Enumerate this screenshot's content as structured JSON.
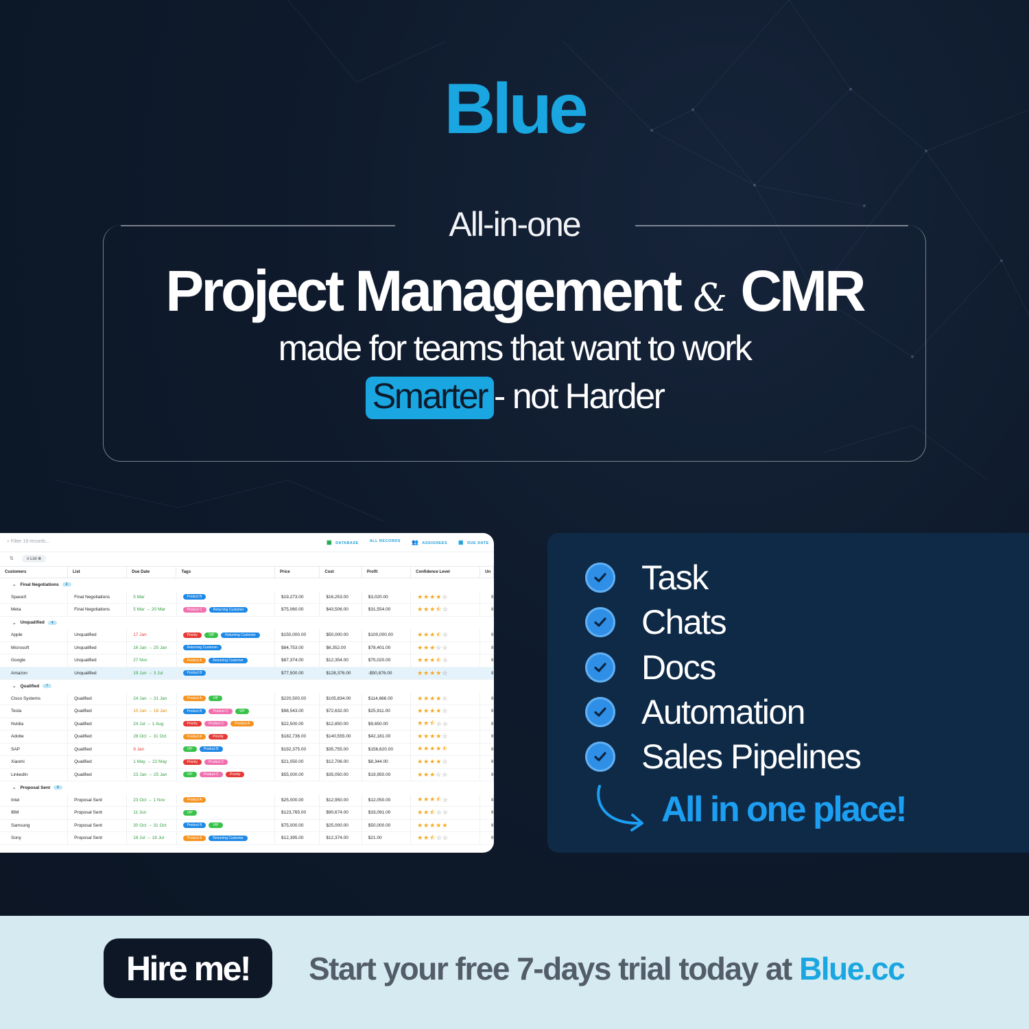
{
  "brand": {
    "logo": "Blue",
    "accent": "#1aa6e0"
  },
  "hero": {
    "kicker": "All-in-one",
    "headline_a": "Project Management",
    "headline_amp": "&",
    "headline_b": "CMR",
    "line1": "made for teams that want to work",
    "highlight": "Smarter",
    "line2_rest": "- not Harder"
  },
  "sheet": {
    "filter_placeholder": "Filter 19 records...",
    "toolbar": [
      "DATABASE",
      "ALL RECORDS",
      "ASSIGNEES",
      "DUE DATE"
    ],
    "list_chip": "List",
    "columns": [
      "Customers",
      "List",
      "Due Date",
      "Tags",
      "Price",
      "Cost",
      "Profit",
      "Confidence Level",
      "Un"
    ],
    "groups": [
      {
        "name": "Final Negotiations",
        "count": "2",
        "rows": [
          {
            "customer": "SpaceX",
            "list": "Final Negotiations",
            "due": "5 Mar",
            "due_color": "green",
            "tags": [
              "Product B"
            ],
            "price": "$19,273.00",
            "cost": "$16,253.00",
            "profit": "$3,020.00",
            "stars": 4,
            "half": false,
            "id": "ID-"
          },
          {
            "customer": "Meta",
            "list": "Final Negotiations",
            "due": "5 Mar → 20 Mar",
            "due_color": "green",
            "tags": [
              "Product C",
              "Returning Customer"
            ],
            "price": "$75,060.00",
            "cost": "$43,506.00",
            "profit": "$31,554.00",
            "stars": 3,
            "half": true,
            "id": "ID-"
          }
        ]
      },
      {
        "name": "Unqualified",
        "count": "4",
        "rows": [
          {
            "customer": "Apple",
            "list": "Unqualified",
            "due": "17 Jan",
            "due_color": "red",
            "tags": [
              "Priority",
              "VIP",
              "Returning Customer"
            ],
            "price": "$150,000.00",
            "cost": "$50,000.00",
            "profit": "$100,000.00",
            "stars": 3,
            "half": true,
            "id": "ID-"
          },
          {
            "customer": "Microsoft",
            "list": "Unqualified",
            "due": "16 Jan → 25 Jan",
            "due_color": "green",
            "tags": [
              "Returning Customer"
            ],
            "price": "$84,753.00",
            "cost": "$6,352.00",
            "profit": "$78,401.00",
            "stars": 3,
            "half": false,
            "id": "ID-"
          },
          {
            "customer": "Google",
            "list": "Unqualified",
            "due": "27 Nov",
            "due_color": "green",
            "tags": [
              "Product A",
              "Returning Customer"
            ],
            "price": "$87,374.00",
            "cost": "$12,354.00",
            "profit": "$75,020.00",
            "stars": 3,
            "half": true,
            "id": "ID-"
          },
          {
            "customer": "Amazon",
            "list": "Unqualified",
            "due": "19 Jun → 3 Jul",
            "due_color": "green",
            "tags": [
              "Product B"
            ],
            "price": "$77,500.00",
            "cost": "$128,376.00",
            "profit": "-$50,876.00",
            "stars": 4,
            "half": false,
            "id": "ID-",
            "selected": true
          }
        ]
      },
      {
        "name": "Qualified",
        "count": "7",
        "rows": [
          {
            "customer": "Cisco Systems",
            "list": "Qualified",
            "due": "24 Jan → 31 Jan",
            "due_color": "green",
            "tags": [
              "Product A",
              "VIP"
            ],
            "price": "$220,500.00",
            "cost": "$105,834.00",
            "profit": "$114,666.00",
            "stars": 4,
            "half": false,
            "id": "ID-"
          },
          {
            "customer": "Tesla",
            "list": "Qualified",
            "due": "10 Jan → 18 Jan",
            "due_color": "orange",
            "tags": [
              "Product B",
              "Product C",
              "VIP"
            ],
            "price": "$98,543.00",
            "cost": "$72,632.00",
            "profit": "$25,911.00",
            "stars": 4,
            "half": false,
            "id": "ID-"
          },
          {
            "customer": "Nvidia",
            "list": "Qualified",
            "due": "24 Jul → 1 Aug",
            "due_color": "green",
            "tags": [
              "Priority",
              "Product C",
              "Product A"
            ],
            "price": "$22,500.00",
            "cost": "$12,850.00",
            "profit": "$9,650.00",
            "stars": 2,
            "half": true,
            "id": "ID-"
          },
          {
            "customer": "Adobe",
            "list": "Qualified",
            "due": "28 Oct → 31 Oct",
            "due_color": "green",
            "tags": [
              "Product A",
              "Priority"
            ],
            "price": "$182,736.00",
            "cost": "$140,555.00",
            "profit": "$42,181.00",
            "stars": 4,
            "half": false,
            "id": "ID-"
          },
          {
            "customer": "SAP",
            "list": "Qualified",
            "due": "9 Jan",
            "due_color": "red",
            "tags": [
              "VIP",
              "Product B"
            ],
            "price": "$192,375.00",
            "cost": "$35,755.00",
            "profit": "$156,620.00",
            "stars": 4,
            "half": true,
            "id": "ID-"
          },
          {
            "customer": "Xiaomi",
            "list": "Qualified",
            "due": "1 May → 22 May",
            "due_color": "green",
            "tags": [
              "Priority",
              "Product C"
            ],
            "price": "$21,050.00",
            "cost": "$12,706.00",
            "profit": "$8,344.00",
            "stars": 4,
            "half": false,
            "id": "ID-"
          },
          {
            "customer": "LinkedIn",
            "list": "Qualified",
            "due": "23 Jan → 25 Jan",
            "due_color": "green",
            "tags": [
              "VIP",
              "Product C",
              "Priority"
            ],
            "price": "$55,000.00",
            "cost": "$35,050.00",
            "profit": "$19,950.00",
            "stars": 3,
            "half": false,
            "id": "ID-"
          }
        ]
      },
      {
        "name": "Proposal Sent",
        "count": "6",
        "rows": [
          {
            "customer": "Intel",
            "list": "Proposal Sent",
            "due": "23 Oct → 1 Nov",
            "due_color": "green",
            "tags": [
              "Product A"
            ],
            "price": "$25,000.00",
            "cost": "$12,950.00",
            "profit": "$12,050.00",
            "stars": 3,
            "half": true,
            "id": "ID-"
          },
          {
            "customer": "IBM",
            "list": "Proposal Sent",
            "due": "11 Jun",
            "due_color": "green",
            "tags": [
              "VIP"
            ],
            "price": "$123,765.00",
            "cost": "$90,674.00",
            "profit": "$33,091.00",
            "stars": 2,
            "half": true,
            "id": "ID-"
          },
          {
            "customer": "Samsung",
            "list": "Proposal Sent",
            "due": "30 Oct → 31 Oct",
            "due_color": "green",
            "tags": [
              "Product B",
              "VIP"
            ],
            "price": "$75,000.00",
            "cost": "$25,000.00",
            "profit": "$50,000.00",
            "stars": 5,
            "half": false,
            "id": "ID-"
          },
          {
            "customer": "Sony",
            "list": "Proposal Sent",
            "due": "16 Jul → 18 Jul",
            "due_color": "green",
            "tags": [
              "Product A",
              "Returning Customer"
            ],
            "price": "$12,395.00",
            "cost": "$12,374.00",
            "profit": "$21.00",
            "stars": 2,
            "half": true,
            "id": "ID-"
          }
        ]
      }
    ]
  },
  "features": {
    "items": [
      "Task",
      "Chats",
      "Docs",
      "Automation",
      "Sales Pipelines"
    ],
    "tagline": "All in one place!"
  },
  "footer": {
    "button": "Hire me!",
    "cta_text": "Start your free 7-days trial today at ",
    "cta_link": "Blue.cc"
  }
}
